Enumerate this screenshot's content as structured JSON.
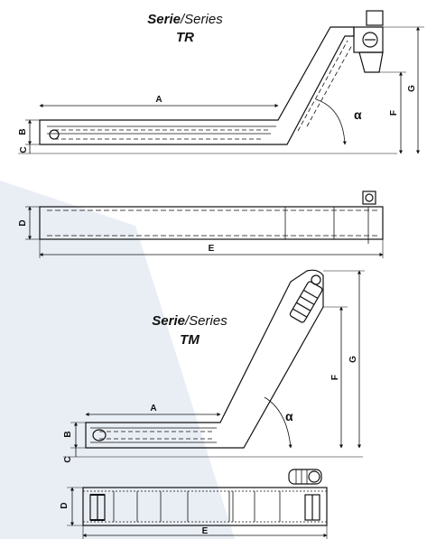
{
  "colors": {
    "background": "#ffffff",
    "line": "#111111",
    "wedge": "#e9eef5"
  },
  "tr": {
    "title_bold": "Serie",
    "title_slash": "/",
    "title_italic": "Series",
    "code": "TR",
    "dims": {
      "A": "A",
      "B": "B",
      "C": "C",
      "D": "D",
      "E": "E",
      "F": "F",
      "G": "G",
      "alpha": "α"
    }
  },
  "tm": {
    "title_bold": "Serie",
    "title_slash": "/",
    "title_italic": "Series",
    "code": "TM",
    "dims": {
      "A": "A",
      "B": "B",
      "C": "C",
      "D": "D",
      "E": "E",
      "F": "F",
      "G": "G",
      "alpha": "α"
    }
  }
}
